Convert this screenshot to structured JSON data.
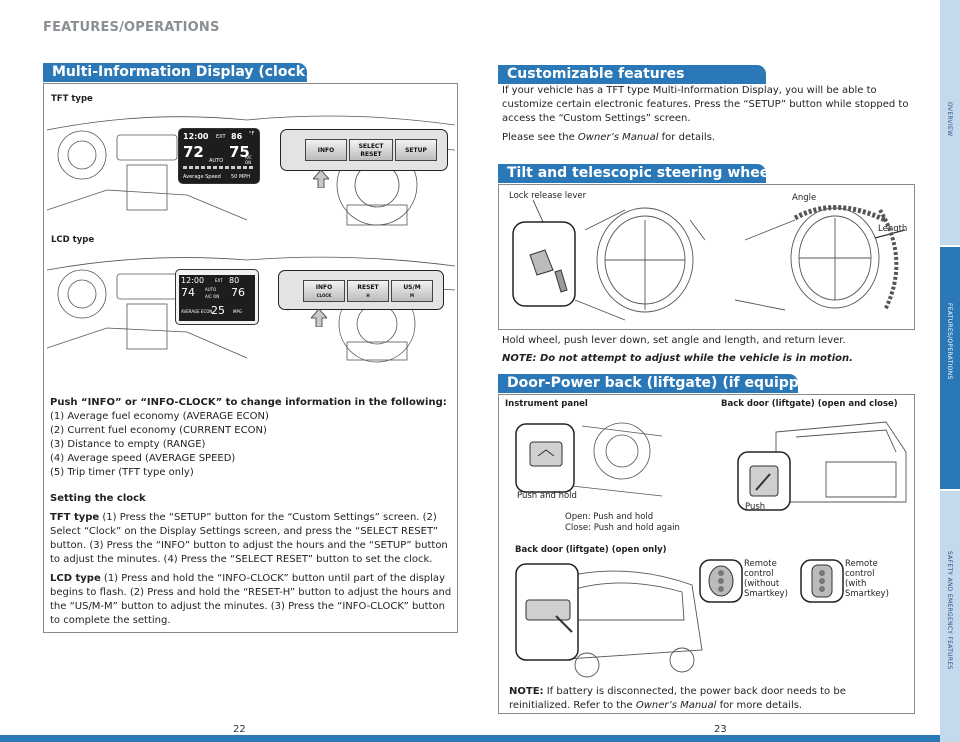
{
  "header": {
    "section": "FEATURES/OPERATIONS"
  },
  "left": {
    "banner": "Multi-Information Display (clock)",
    "tft_label": "TFT type",
    "lcd_label": "LCD type",
    "tft_display": {
      "time": "12:00",
      "ext": "EXT",
      "temp": "86",
      "unit": "°F",
      "left_temp": "72",
      "right_temp": "75",
      "auto": "AUTO",
      "ac": "A/C",
      "on": "ON",
      "speed_label": "Average Speed",
      "speed_value": "50 MPH"
    },
    "tft_buttons": [
      "INFO",
      "SELECT RESET",
      "SETUP"
    ],
    "lcd_display": {
      "time": "12:00",
      "ext": "EXT",
      "temp": "80",
      "left_temp": "74",
      "right_temp": "76",
      "auto": "AUTO",
      "ac": "A/C ON",
      "econ_label": "AVERAGE ECON",
      "econ_value": "25",
      "mpg": "MPG"
    },
    "lcd_buttons": [
      {
        "main": "INFO",
        "sub": "CLOCK"
      },
      {
        "main": "RESET",
        "sub": "H"
      },
      {
        "main": "US/M",
        "sub": "M"
      }
    ],
    "push_heading": "Push “INFO” or “INFO-CLOCK” to change information in the following:",
    "push_items": [
      "(1) Average fuel economy (AVERAGE ECON)",
      "(2) Current fuel economy (CURRENT ECON)",
      "(3) Distance to empty (RANGE)",
      "(4) Average speed (AVERAGE SPEED)",
      "(5) Trip timer (TFT type only)"
    ],
    "clock_heading": "Setting the clock",
    "tft_type_label": "TFT type",
    "tft_steps": "(1) Press the “SETUP” button for the “Custom Settings” screen. (2) Select “Clock” on the Display Settings screen, and press the “SELECT RESET” button. (3) Press the “INFO” button to adjust the hours and the “SETUP” button to adjust the minutes. (4) Press the “SELECT RESET” button to set the clock.",
    "lcd_type_label": "LCD type",
    "lcd_steps": "(1) Press and hold the “INFO-CLOCK” button until part of the display begins to flash. (2) Press and hold the “RESET-H” button to adjust the hours and the “US/M-M” button to adjust the minutes. (3) Press the “INFO-CLOCK” button to complete the setting.",
    "page_number": "22"
  },
  "right": {
    "custom_banner": "Customizable features",
    "custom_text": "If your vehicle has a TFT type Multi-Information Display, you will be able to customize certain electronic features. Press the “SETUP” button while stopped to access the “Custom Settings” screen.",
    "see_prefix": "Please see the ",
    "see_manual": "Owner’s Manual",
    "see_suffix": " for details.",
    "tilt_banner": "Tilt and telescopic steering wheel",
    "lock_release": "Lock release lever",
    "angle": "Angle",
    "length": "Length",
    "tilt_text": "Hold wheel, push lever down, set angle and length, and return lever.",
    "tilt_note": "NOTE: Do not attempt to adjust while the vehicle is in motion.",
    "door_banner": "Door-Power back (liftgate) (if equipped)",
    "instrument_panel": "Instrument panel",
    "back_door_open_close": "Back door (liftgate) (open and close)",
    "push_and_hold": "Push and hold",
    "push": "Push",
    "open_hold": "Open: Push and hold",
    "close_hold": "Close: Push and hold again",
    "back_door_open_only": "Back door (liftgate) (open only)",
    "remote_without": [
      "Remote",
      "control",
      "(without",
      "Smartkey)"
    ],
    "remote_with": [
      "Remote",
      "control",
      "(with",
      "Smartkey)"
    ],
    "note_label": "NOTE:",
    "note_text": " If battery is disconnected, the power back door needs to be reinitialized. Refer to the ",
    "note_manual": "Owner’s Manual",
    "note_suffix": " for more details.",
    "page_number": "23"
  },
  "side_tabs": [
    "OVERVIEW",
    "FEATURES/OPERATIONS",
    "SAFETY AND EMERGENCY FEATURES"
  ],
  "colors": {
    "banner": "#2b78b8",
    "tab_light": "#c5d9ec",
    "tab_active": "#2b78b8"
  }
}
